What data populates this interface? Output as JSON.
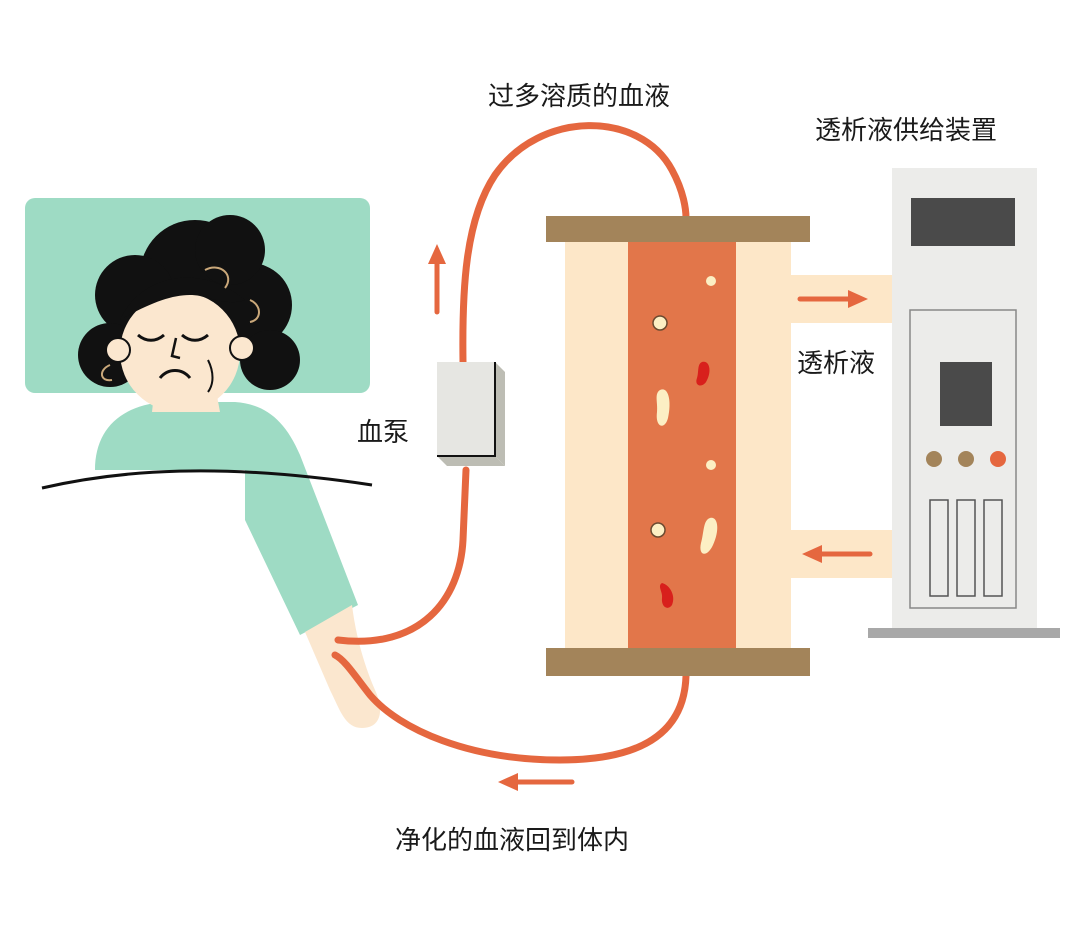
{
  "labels": {
    "blood_with_solutes": "过多溶质的血液",
    "dialysate_supply_device": "透析液供给装置",
    "dialysate": "透析液",
    "blood_pump": "血泵",
    "purified_blood_return": "净化的血液回到体内"
  },
  "colors": {
    "pillow": "#9edbc4",
    "gown": "#9edbc4",
    "skin": "#fbe7cf",
    "hair": "#111111",
    "tube": "#e5673f",
    "blood_core": "#e2764a",
    "dialysate_band": "#fde7c8",
    "dialyzer_cap": "#a3845a",
    "machine_body": "#ececea",
    "machine_screen": "#4a4a4a",
    "red_cell": "#d8201c",
    "solute_particle": "#fcefc4"
  }
}
